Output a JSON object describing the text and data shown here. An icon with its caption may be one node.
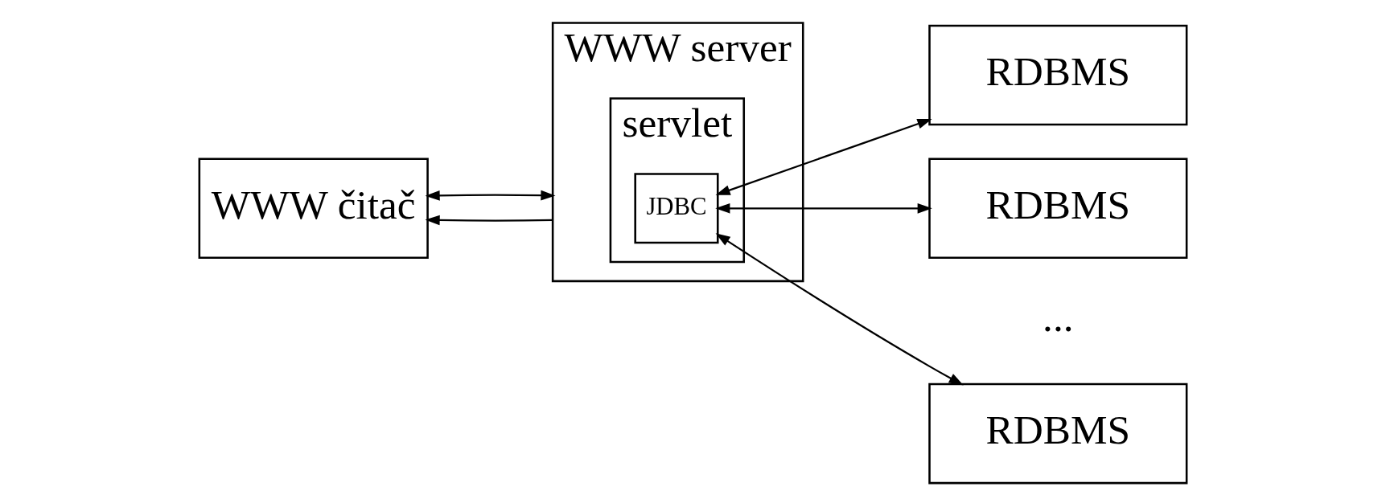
{
  "diagram": {
    "nodes": [
      {
        "text": [
          "WWW čitač"
        ]
      },
      {
        "text": [
          "WWW server"
        ]
      },
      {
        "text": [
          "servlet"
        ],
        "in": 1
      },
      {
        "text": [
          "JDBC"
        ],
        "in": 2
      },
      {
        "text": [
          "RDBMS"
        ]
      },
      {
        "text": [
          "RDBMS"
        ]
      },
      {
        "text": [
          "RDBMS"
        ]
      }
    ],
    "edges": [
      {
        "from": 1,
        "to": 0,
        "arrow": "to"
      },
      {
        "from": 0,
        "to": 1,
        "arrow": "both"
      },
      {
        "from": 3,
        "to": 4,
        "arrow": "both"
      },
      {
        "from": 3,
        "to": 5,
        "arrow": "both"
      },
      {
        "from": 3,
        "to": 6,
        "arrow": "both"
      }
    ],
    "labels": [
      "..."
    ]
  }
}
